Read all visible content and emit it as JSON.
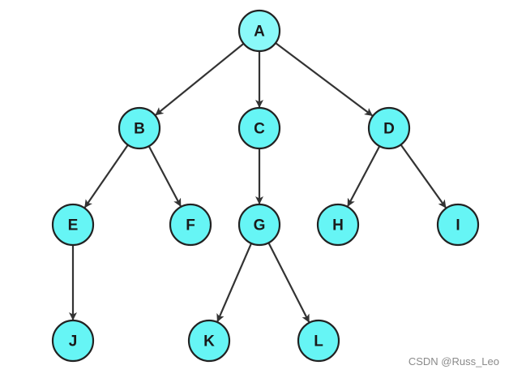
{
  "diagram": {
    "type": "tree",
    "node_fill": "#66f5f5",
    "root_fill": "#8af9f9",
    "stroke": "#222222",
    "nodes": [
      {
        "id": "A",
        "label": "A"
      },
      {
        "id": "B",
        "label": "B"
      },
      {
        "id": "C",
        "label": "C"
      },
      {
        "id": "D",
        "label": "D"
      },
      {
        "id": "E",
        "label": "E"
      },
      {
        "id": "F",
        "label": "F"
      },
      {
        "id": "G",
        "label": "G"
      },
      {
        "id": "H",
        "label": "H"
      },
      {
        "id": "I",
        "label": "I"
      },
      {
        "id": "J",
        "label": "J"
      },
      {
        "id": "K",
        "label": "K"
      },
      {
        "id": "L",
        "label": "L"
      }
    ],
    "edges": [
      [
        "A",
        "B"
      ],
      [
        "A",
        "C"
      ],
      [
        "A",
        "D"
      ],
      [
        "B",
        "E"
      ],
      [
        "B",
        "F"
      ],
      [
        "C",
        "G"
      ],
      [
        "D",
        "H"
      ],
      [
        "D",
        "I"
      ],
      [
        "E",
        "J"
      ],
      [
        "G",
        "K"
      ],
      [
        "G",
        "L"
      ]
    ]
  },
  "watermark": "CSDN @Russ_Leo"
}
